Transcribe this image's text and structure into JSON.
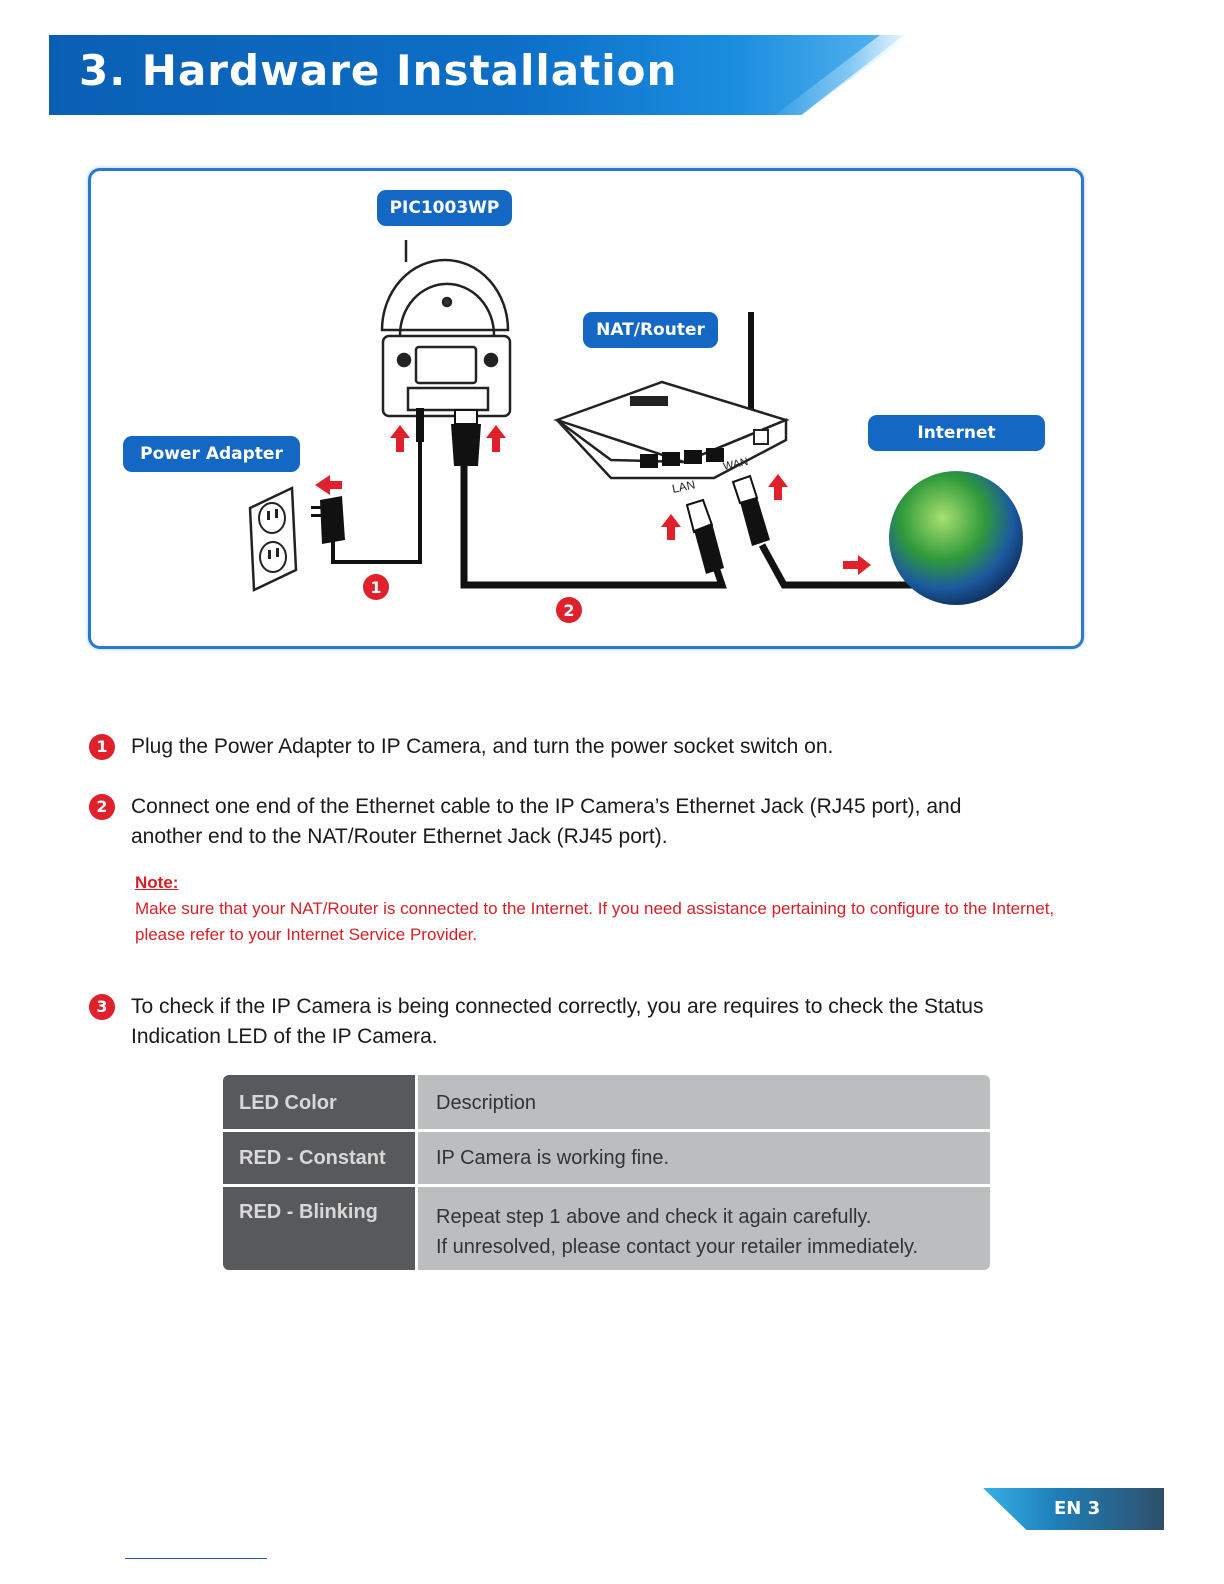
{
  "header": {
    "title": "3. Hardware Installation"
  },
  "diagram": {
    "labels": {
      "camera": "PIC1003WP",
      "router": "NAT/Router",
      "internet": "Internet",
      "power_adapter": "Power Adapter"
    },
    "port_labels": {
      "lan": "LAN",
      "wan": "WAN"
    },
    "step_markers": [
      "1",
      "2"
    ]
  },
  "steps": [
    {
      "number": "1",
      "text": "Plug the Power Adapter to IP Camera, and turn the power socket switch on."
    },
    {
      "number": "2",
      "text": "Connect one end of the Ethernet cable to the IP Camera’s Ethernet Jack (RJ45 port), and another end to the NAT/Router Ethernet Jack (RJ45 port)."
    },
    {
      "number": "3",
      "text": "To check if the IP Camera is being connected correctly, you are requires to check the Status Indication LED of the IP Camera."
    }
  ],
  "note": {
    "title": "Note:",
    "body": "Make sure that your NAT/Router is connected to the Internet. If you need assistance pertaining to configure to the Internet, please refer to your Internet Service Provider."
  },
  "led_table": {
    "header": {
      "color": "LED Color",
      "description": "Description"
    },
    "rows": [
      {
        "color": "RED - Constant",
        "description_lines": [
          "IP Camera is working fine."
        ]
      },
      {
        "color": "RED - Blinking",
        "description_lines": [
          "Repeat step 1 above and check it again carefully.",
          "If unresolved, please contact your retailer immediately."
        ]
      }
    ]
  },
  "footer": {
    "page_label": "EN 3"
  },
  "colors": {
    "brand_blue": "#1468c4",
    "accent_red": "#e0202a",
    "table_dark": "#58595b",
    "table_light": "#bcbdbf"
  }
}
